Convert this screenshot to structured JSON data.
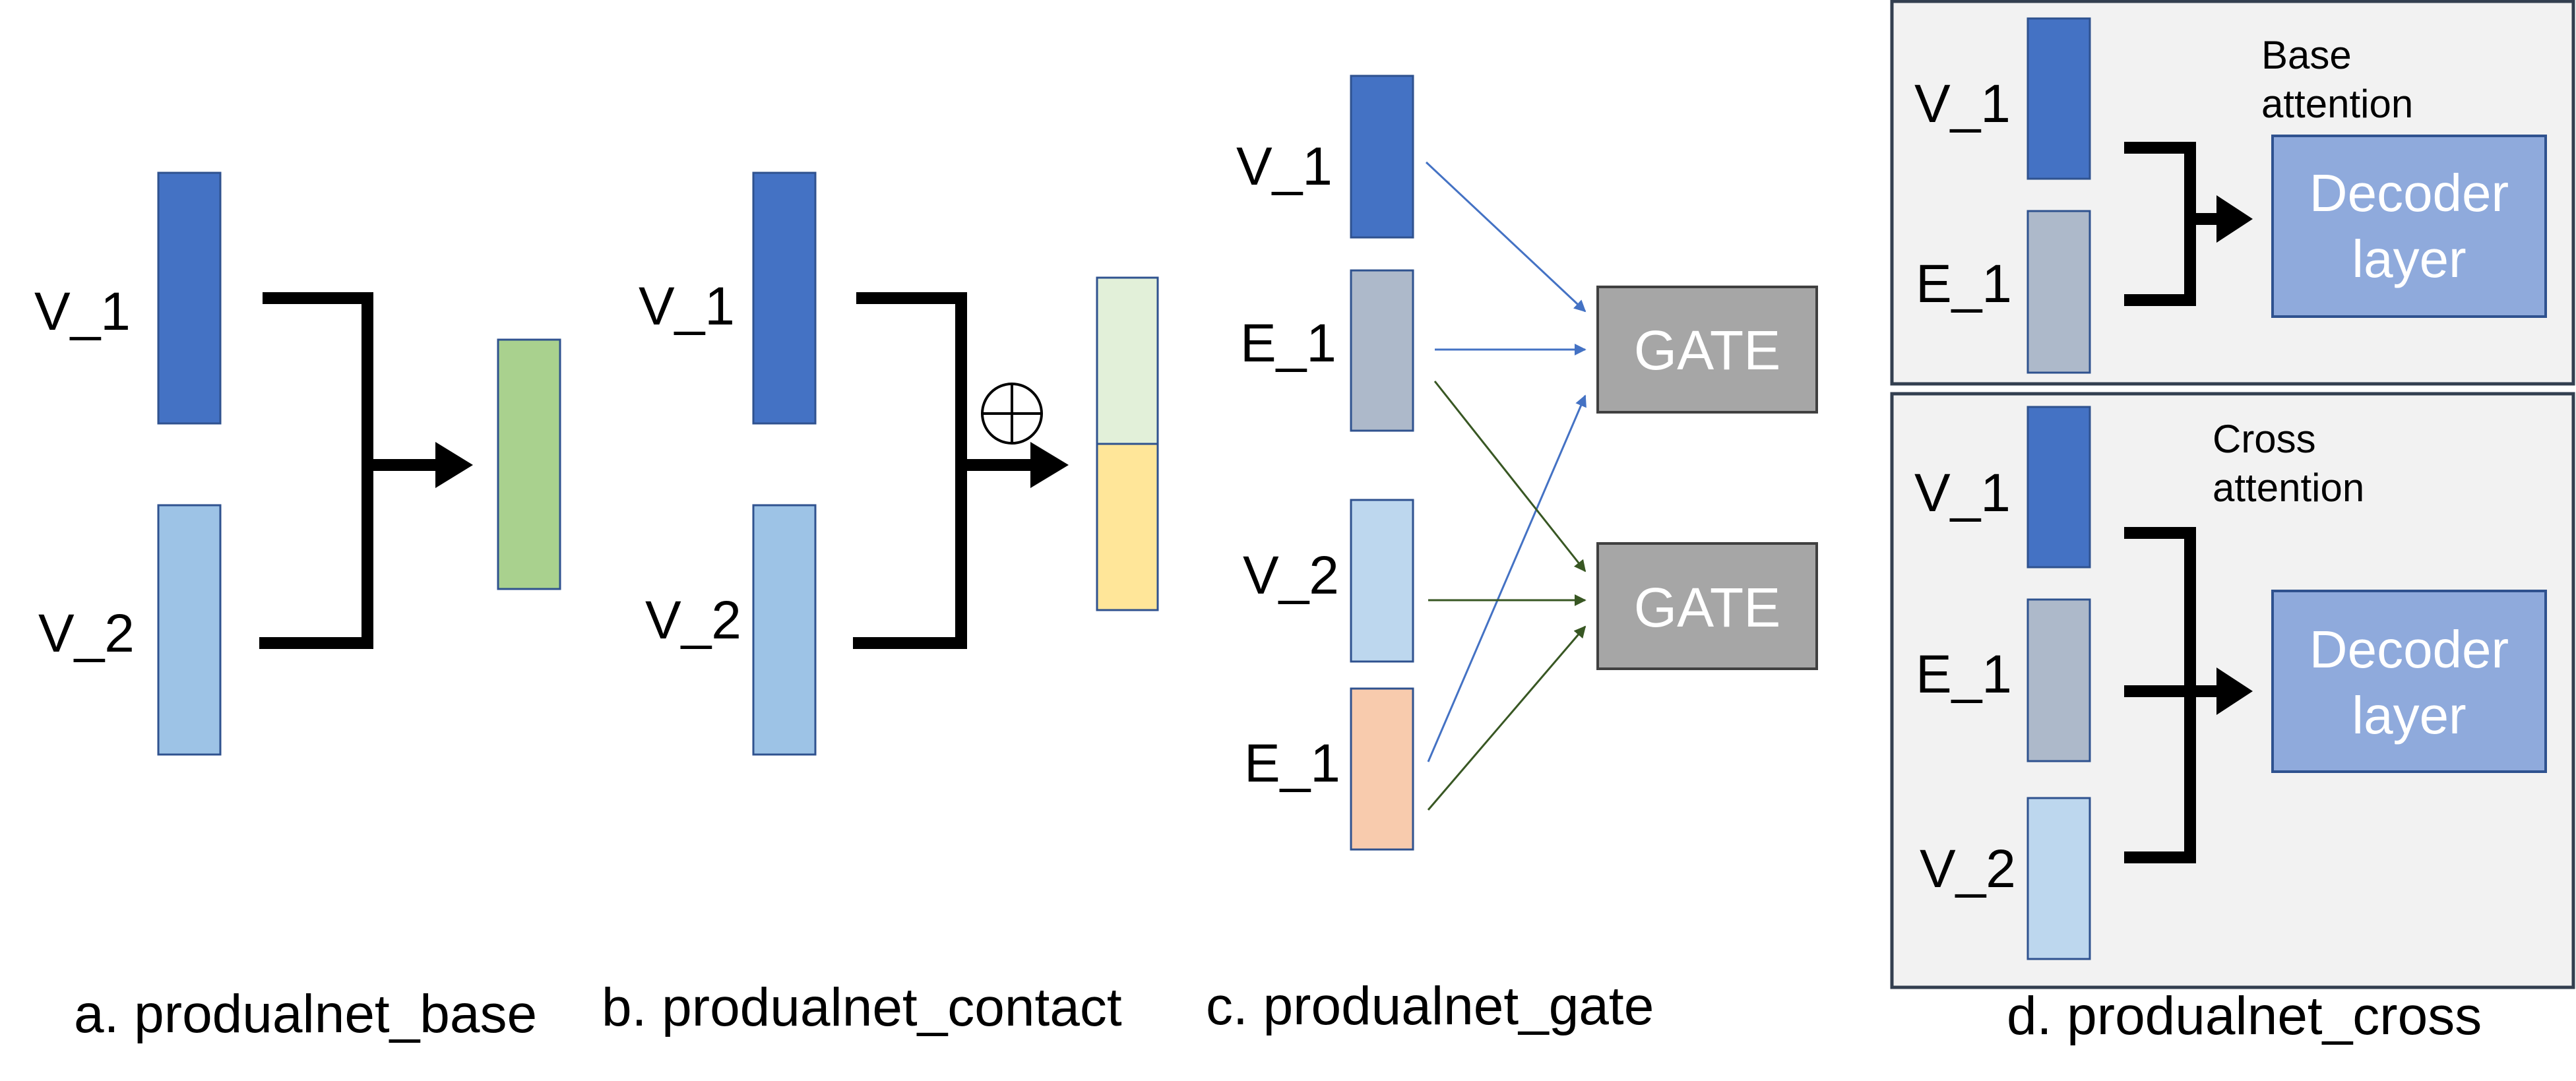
{
  "colors": {
    "v1": "#4472C4",
    "v2": "#9DC3E6",
    "e1": "#ADB9CA",
    "e1_orange": "#F8CBAD",
    "v2_light": "#BDD7EE",
    "output_green": "#A9D18E",
    "concat_top": "#E2F0D9",
    "concat_bottom": "#FFE699",
    "gate": "#A6A6A6",
    "decoder": "#8FAADC",
    "panel_bg": "#F2F2F2",
    "panel_border": "#333F50",
    "arrow_blue": "#4472C4",
    "arrow_green": "#385723"
  },
  "panel_a": {
    "v1": "V_1",
    "v2": "V_2",
    "caption": "a. produalnet_base"
  },
  "panel_b": {
    "v1": "V_1",
    "v2": "V_2",
    "caption": "b. produalnet_contact"
  },
  "panel_c": {
    "v1": "V_1",
    "e1_top": "E_1",
    "v2": "V_2",
    "e1_bottom": "E_1",
    "gate_top": "GATE",
    "gate_bottom": "GATE",
    "caption": "c. produalnet_gate"
  },
  "panel_d": {
    "top": {
      "v1": "V_1",
      "e1": "E_1",
      "note_line1": "Base",
      "note_line2": "attention",
      "decoder_line1": "Decoder",
      "decoder_line2": "layer"
    },
    "bottom": {
      "v1": "V_1",
      "e1": "E_1",
      "v2": "V_2",
      "note_line1": "Cross",
      "note_line2": "attention",
      "decoder_line1": "Decoder",
      "decoder_line2": "layer"
    },
    "caption": "d. produalnet_cross"
  }
}
